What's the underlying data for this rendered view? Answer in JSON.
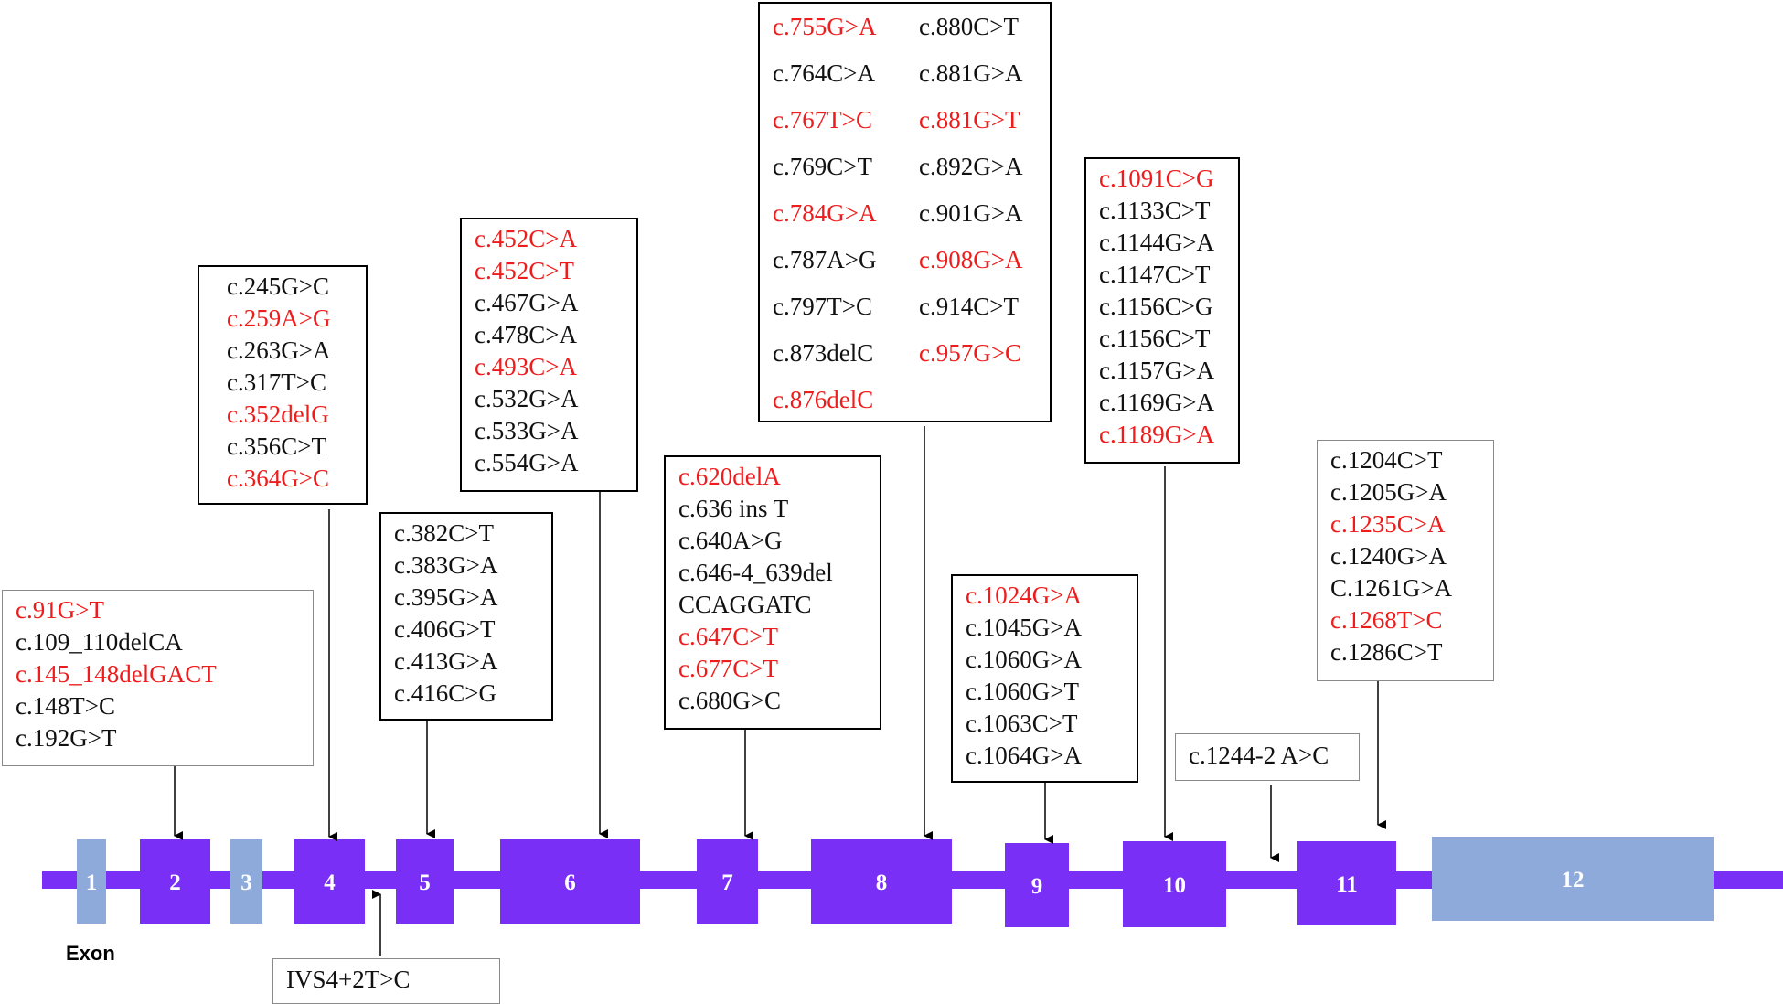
{
  "legend_label": "Exon",
  "colors": {
    "coding_exon": "#7a2ff7",
    "utr_exon": "#8eaadb",
    "intron_line": "#7a2ff7",
    "highlight": "#ee1c1c",
    "text": "#111111"
  },
  "exons": [
    {
      "label": "1",
      "kind": "utr"
    },
    {
      "label": "2",
      "kind": "coding"
    },
    {
      "label": "3",
      "kind": "utr"
    },
    {
      "label": "4",
      "kind": "coding"
    },
    {
      "label": "5",
      "kind": "coding"
    },
    {
      "label": "6",
      "kind": "coding"
    },
    {
      "label": "7",
      "kind": "coding"
    },
    {
      "label": "8",
      "kind": "coding"
    },
    {
      "label": "9",
      "kind": "coding"
    },
    {
      "label": "10",
      "kind": "coding"
    },
    {
      "label": "11",
      "kind": "coding"
    },
    {
      "label": "12",
      "kind": "utr"
    }
  ],
  "boxes": [
    {
      "target": "exon 2",
      "variants": [
        {
          "text": "c.91G>T",
          "red": true
        },
        {
          "text": "c.109_110delCA",
          "red": false
        },
        {
          "text": "c.145_148delGACT",
          "red": true
        },
        {
          "text": "c.148T>C",
          "red": false
        },
        {
          "text": "c.192G>T",
          "red": false
        }
      ]
    },
    {
      "target": "exon 4",
      "variants": [
        {
          "text": "c.245G>C",
          "red": false
        },
        {
          "text": "c.259A>G",
          "red": true
        },
        {
          "text": "c.263G>A",
          "red": false
        },
        {
          "text": "c.317T>C",
          "red": false
        },
        {
          "text": "c.352delG",
          "red": true
        },
        {
          "text": "c.356C>T",
          "red": false
        },
        {
          "text": "c.364G>C",
          "red": true
        }
      ]
    },
    {
      "target": "exon 5",
      "variants": [
        {
          "text": "c.382C>T",
          "red": false
        },
        {
          "text": "c.383G>A",
          "red": false
        },
        {
          "text": "c.395G>A",
          "red": false
        },
        {
          "text": "c.406G>T",
          "red": false
        },
        {
          "text": "c.413G>A",
          "red": false
        },
        {
          "text": "c.416C>G",
          "red": false
        }
      ]
    },
    {
      "target": "exon 6",
      "variants": [
        {
          "text": "c.452C>A",
          "red": true
        },
        {
          "text": "c.452C>T",
          "red": true
        },
        {
          "text": "c.467G>A",
          "red": false
        },
        {
          "text": "c.478C>A",
          "red": false
        },
        {
          "text": "c.493C>A",
          "red": true
        },
        {
          "text": "c.532G>A",
          "red": false
        },
        {
          "text": "c.533G>A",
          "red": false
        },
        {
          "text": "c.554G>A",
          "red": false
        }
      ]
    },
    {
      "target": "exon 7",
      "variants": [
        {
          "text": "c.620delA",
          "red": true
        },
        {
          "text": "c.636 ins T",
          "red": false
        },
        {
          "text": "c.640A>G",
          "red": false
        },
        {
          "text": "c.646-4_639del",
          "red": false
        },
        {
          "text": "CCAGGATC",
          "red": false
        },
        {
          "text": "c.647C>T",
          "red": true
        },
        {
          "text": "c.677C>T",
          "red": true
        },
        {
          "text": "c.680G>C",
          "red": false
        }
      ]
    },
    {
      "target": "exon 8",
      "variants": [
        {
          "text": "c.755G>A",
          "red": true
        },
        {
          "text": "c.880C>T",
          "red": false
        },
        {
          "text": "c.764C>A",
          "red": false
        },
        {
          "text": "c.881G>A",
          "red": false
        },
        {
          "text": "c.767T>C",
          "red": true
        },
        {
          "text": "c.881G>T",
          "red": true
        },
        {
          "text": "c.769C>T",
          "red": false
        },
        {
          "text": "c.892G>A",
          "red": false
        },
        {
          "text": "c.784G>A",
          "red": true
        },
        {
          "text": "c.901G>A",
          "red": false
        },
        {
          "text": "c.787A>G",
          "red": false
        },
        {
          "text": "c.908G>A",
          "red": true
        },
        {
          "text": "c.797T>C",
          "red": false
        },
        {
          "text": "c.914C>T",
          "red": false
        },
        {
          "text": "c.873delC",
          "red": false
        },
        {
          "text": "c.957G>C",
          "red": true
        },
        {
          "text": "c.876delC",
          "red": true
        }
      ]
    },
    {
      "target": "exon 9",
      "variants": [
        {
          "text": "c.1024G>A",
          "red": true
        },
        {
          "text": "c.1045G>A",
          "red": false
        },
        {
          "text": "c.1060G>A",
          "red": false
        },
        {
          "text": "c.1060G>T",
          "red": false
        },
        {
          "text": "c.1063C>T",
          "red": false
        },
        {
          "text": "c.1064G>A",
          "red": false
        }
      ]
    },
    {
      "target": "exon 10",
      "variants": [
        {
          "text": "c.1091C>G",
          "red": true
        },
        {
          "text": "c.1133C>T",
          "red": false
        },
        {
          "text": "c.1144G>A",
          "red": false
        },
        {
          "text": "c.1147C>T",
          "red": false
        },
        {
          "text": "c.1156C>G",
          "red": false
        },
        {
          "text": "c.1156C>T",
          "red": false
        },
        {
          "text": "c.1157G>A",
          "red": false
        },
        {
          "text": "c.1169G>A",
          "red": false
        },
        {
          "text": "c.1189G>A",
          "red": true
        }
      ]
    },
    {
      "target": "intron 10",
      "variants": [
        {
          "text": "c.1244-2 A>C",
          "red": false
        }
      ]
    },
    {
      "target": "exon 11",
      "variants": [
        {
          "text": "c.1204C>T",
          "red": false
        },
        {
          "text": "c.1205G>A",
          "red": false
        },
        {
          "text": "c.1235C>A",
          "red": true
        },
        {
          "text": "c.1240G>A",
          "red": false
        },
        {
          "text": "C.1261G>A",
          "red": false
        },
        {
          "text": "c.1268T>C",
          "red": true
        },
        {
          "text": "c.1286C>T",
          "red": false
        }
      ]
    },
    {
      "target": "intron 4",
      "variants": [
        {
          "text": "IVS4+2T>C",
          "red": false
        }
      ]
    }
  ]
}
